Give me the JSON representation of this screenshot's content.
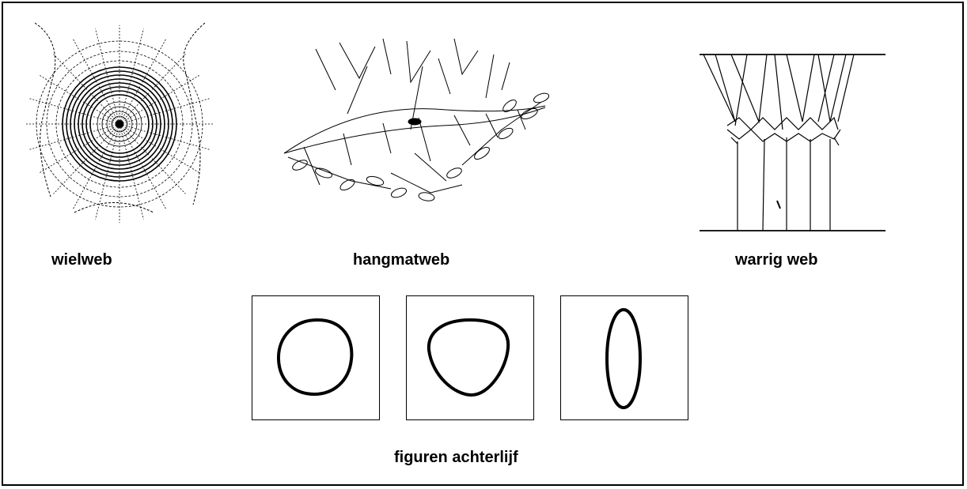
{
  "labels": {
    "wheel_web": "wielweb",
    "hammock_web": "hangmatweb",
    "tangle_web": "warrig web",
    "abdomen_figures": "figuren achterlijf"
  },
  "colors": {
    "ink": "#000000",
    "background": "#ffffff"
  }
}
